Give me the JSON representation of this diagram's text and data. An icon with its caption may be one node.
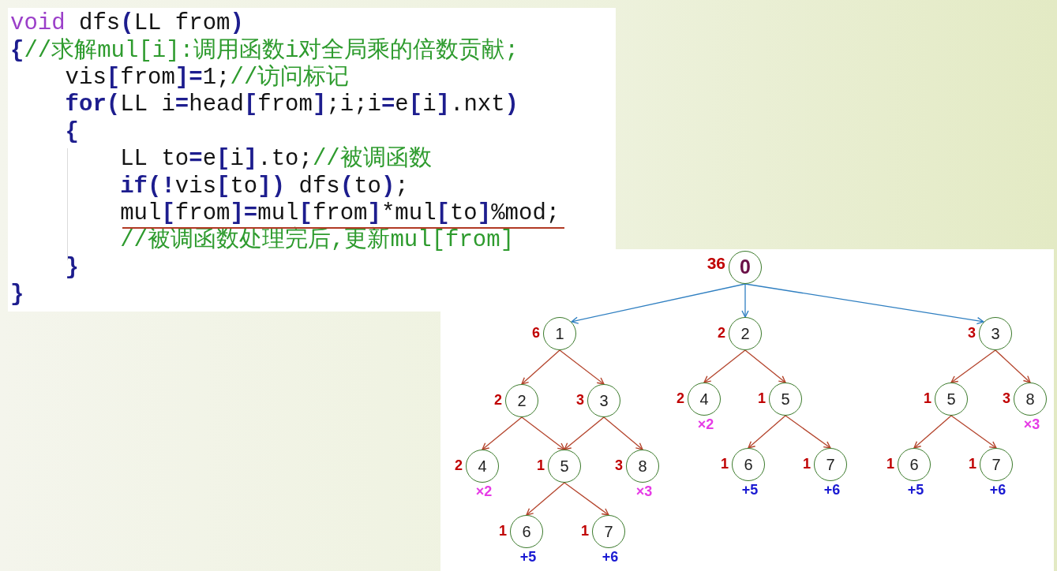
{
  "diagram": {
    "nodes": [
      {
        "text": [
          "0"
        ],
        "beside": [
          "36"
        ]
      },
      {
        "text": [
          "1"
        ],
        "beside": [
          "6"
        ]
      },
      {
        "text": [
          "2"
        ],
        "beside": [
          "2"
        ]
      },
      {
        "text": [
          "3"
        ],
        "beside": [
          "3"
        ]
      },
      {
        "text": [
          "2"
        ],
        "beside": [
          "2"
        ]
      },
      {
        "text": [
          "3"
        ],
        "beside": [
          "3"
        ]
      },
      {
        "text": [
          "4"
        ],
        "beside": [
          "2",
          "×2"
        ]
      },
      {
        "text": [
          "5"
        ],
        "beside": [
          "1"
        ]
      },
      {
        "text": [
          "5"
        ],
        "beside": [
          "1"
        ]
      },
      {
        "text": [
          "8"
        ],
        "beside": [
          "3",
          "×3"
        ]
      },
      {
        "text": [
          "4"
        ],
        "beside": [
          "2",
          "×2"
        ]
      },
      {
        "text": [
          "5"
        ],
        "beside": [
          "1"
        ]
      },
      {
        "text": [
          "8"
        ],
        "beside": [
          "3",
          "×3"
        ]
      },
      {
        "text": [
          "6"
        ],
        "beside": [
          "1",
          "+5"
        ]
      },
      {
        "text": [
          "7"
        ],
        "beside": [
          "1",
          "+6"
        ]
      },
      {
        "text": [
          "6"
        ],
        "beside": [
          "1",
          "+5"
        ]
      },
      {
        "text": [
          "7"
        ],
        "beside": [
          "1",
          "+6"
        ]
      },
      {
        "text": [
          "6"
        ],
        "beside": [
          "1",
          "+5"
        ]
      },
      {
        "text": [
          "7"
        ],
        "beside": [
          "1",
          "+6"
        ]
      }
    ],
    "edges": [
      {
        "from": 0,
        "to": 1,
        "arrow": "to",
        "color": "#2f7fc1"
      },
      {
        "from": 0,
        "to": 2,
        "arrow": "to",
        "color": "#2f7fc1"
      },
      {
        "from": 0,
        "to": 3,
        "arrow": "to",
        "color": "#2f7fc1"
      },
      {
        "from": 1,
        "to": 4,
        "arrow": "to"
      },
      {
        "from": 1,
        "to": 5,
        "arrow": "to"
      },
      {
        "from": 2,
        "to": 6,
        "arrow": "to"
      },
      {
        "from": 2,
        "to": 7,
        "arrow": "to"
      },
      {
        "from": 3,
        "to": 8,
        "arrow": "to"
      },
      {
        "from": 3,
        "to": 9,
        "arrow": "to"
      },
      {
        "from": 4,
        "to": 10,
        "arrow": "to"
      },
      {
        "from": 4,
        "to": 11,
        "arrow": "to"
      },
      {
        "from": 5,
        "to": 11,
        "arrow": "to"
      },
      {
        "from": 5,
        "to": 12,
        "arrow": "to"
      },
      {
        "from": 7,
        "to": 13,
        "arrow": "to"
      },
      {
        "from": 7,
        "to": 14,
        "arrow": "to"
      },
      {
        "from": 8,
        "to": 15,
        "arrow": "to"
      },
      {
        "from": 8,
        "to": 16,
        "arrow": "to"
      },
      {
        "from": 11,
        "to": 17,
        "arrow": "to"
      },
      {
        "from": 11,
        "to": 18,
        "arrow": "to"
      }
    ],
    "labels": [
      "void",
      "dfs**(**LL from**)**",
      "{",
      "//求解mul[i]:调用函数i对全局乘的倍数贡献;",
      "vis**[**from**]=**1;",
      "//访问标记",
      "**for(**LL i**=**head**[**from**]**;i;i**=**e**[**i**]**.nxt**)**",
      "{",
      "LL to**=**e**[**i**]**.to;",
      "//被调函数",
      "**if(!**vis**[**to**])** dfs**(**to**)**;",
      "mul**[**from**]=**mul**[**from**]***mul**[**to**]**%mod;",
      "//被调函数处理完后,更新mul[from]",
      "}",
      "}"
    ]
  }
}
